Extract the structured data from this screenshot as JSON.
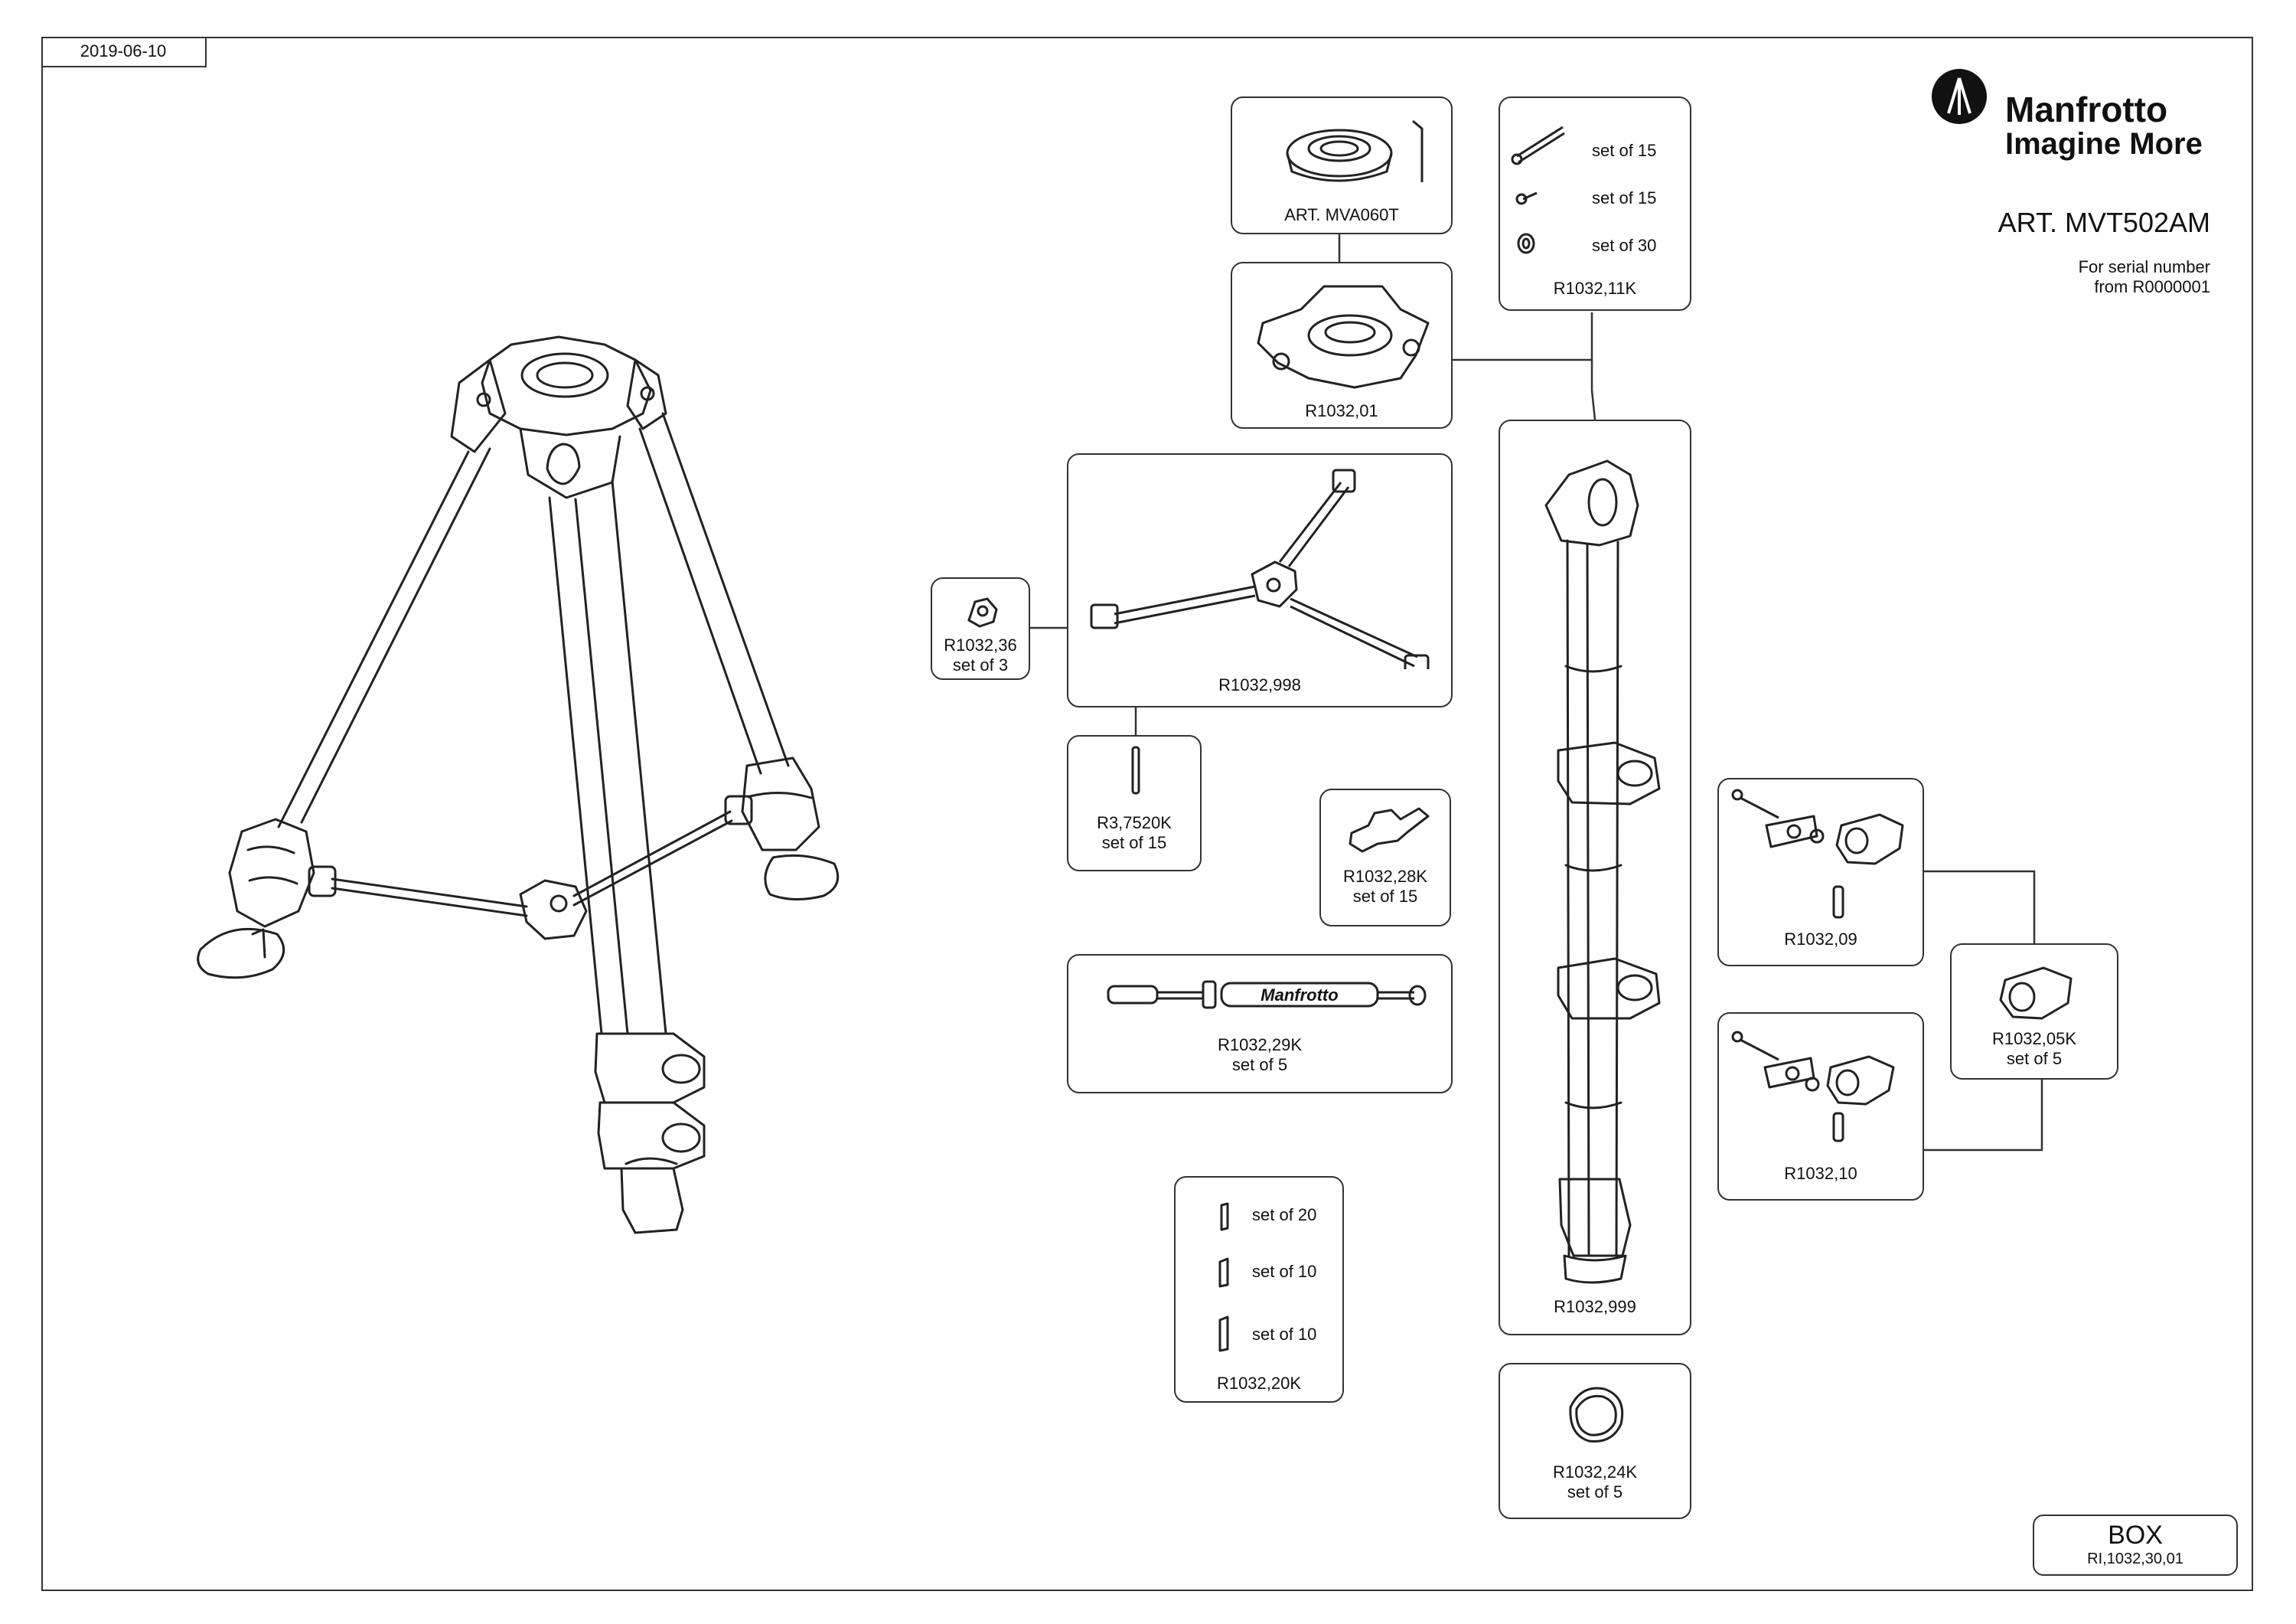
{
  "header": {
    "date": "2019-06-10",
    "brand_name": "Manfrotto",
    "brand_tagline": "Imagine More",
    "article": "ART. MVT502AM",
    "serial_line1": "For serial number",
    "serial_line2": "from R0000001"
  },
  "parts": {
    "mva060t": {
      "label": "ART. MVA060T"
    },
    "r1032_01": {
      "label": "R1032,01"
    },
    "r1032_11k": {
      "label": "R1032,11K",
      "rows": [
        "set of 15",
        "set of 15",
        "set of 30"
      ]
    },
    "r1032_998": {
      "label": "R1032,998"
    },
    "r1032_36": {
      "label": "R1032,36",
      "sub": "set of 3"
    },
    "r3_7520k": {
      "label": "R3,7520K",
      "sub": "set of 15"
    },
    "r1032_28k": {
      "label": "R1032,28K",
      "sub": "set of 15"
    },
    "r1032_29k": {
      "label": "R1032,29K",
      "sub": "set of 5",
      "logo_text": "Manfrotto"
    },
    "r1032_20k": {
      "label": "R1032,20K",
      "rows": [
        "set of 20",
        "set of 10",
        "set of 10"
      ]
    },
    "r1032_999": {
      "label": "R1032,999"
    },
    "r1032_24k": {
      "label": "R1032,24K",
      "sub": "set of 5"
    },
    "r1032_09": {
      "label": "R1032,09"
    },
    "r1032_10": {
      "label": "R1032,10"
    },
    "r1032_05k": {
      "label": "R1032,05K",
      "sub": "set of 5"
    }
  },
  "box": {
    "title": "BOX",
    "code": "RI,1032,30,01"
  }
}
